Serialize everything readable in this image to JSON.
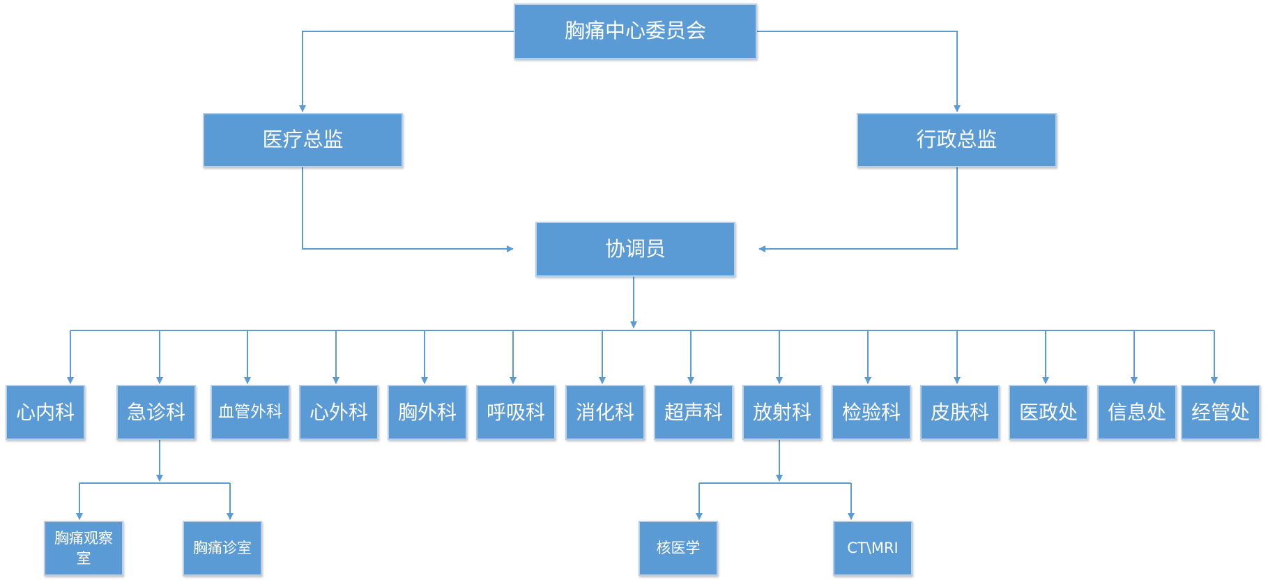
{
  "org_chart": {
    "root": "胸痛中心委员会",
    "medical_director": "医疗总监",
    "admin_director": "行政总监",
    "coordinator": "协调员",
    "departments": [
      "心内科",
      "急诊科",
      "血管外科",
      "心外科",
      "胸外科",
      "呼吸科",
      "消化科",
      "超声科",
      "放射科",
      "检验科",
      "皮肤科",
      "医政处",
      "信息处",
      "经管处"
    ],
    "emergency_sub": [
      "胸痛观察室",
      "胸痛诊室"
    ],
    "radiology_sub": [
      "核医学",
      "CT\\MRI"
    ]
  },
  "colors": {
    "box_fill": "#5b9bd5",
    "box_border": "#b8cfe6",
    "connector": "#5b9bd5",
    "text": "#ffffff"
  }
}
